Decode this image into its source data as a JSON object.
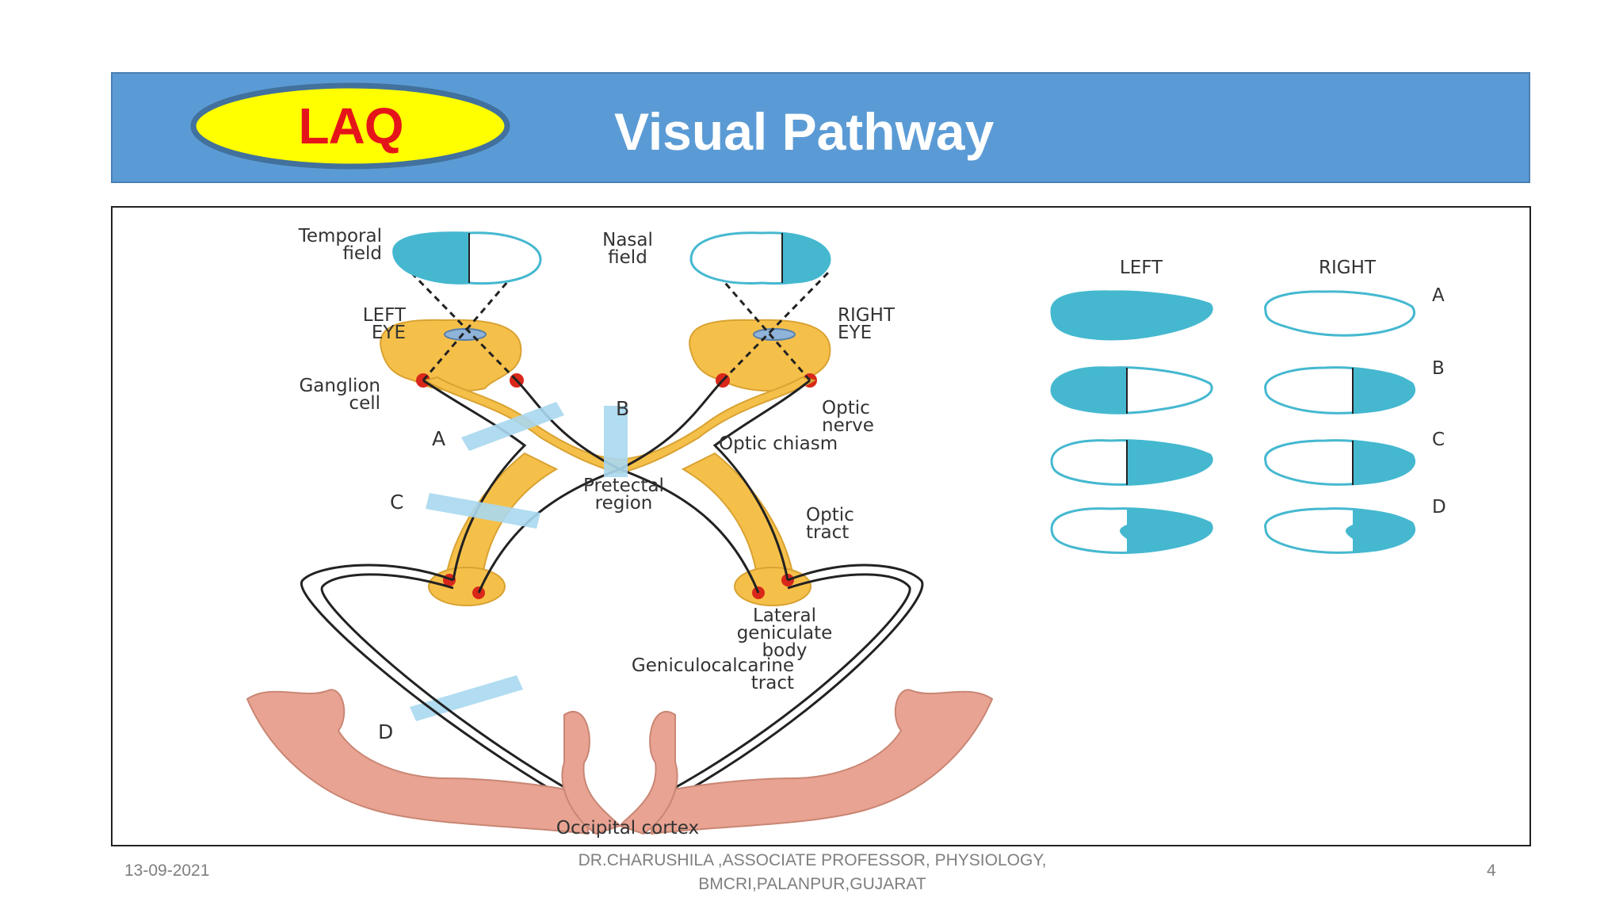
{
  "header": {
    "badge": "LAQ",
    "title": "Visual Pathway",
    "colors": {
      "bar": "#5b9bd5",
      "badge_fill": "#ffff00",
      "badge_border": "#41719c",
      "badge_text": "#e5141a"
    }
  },
  "diagram": {
    "labels": {
      "temporal_field_1": "Temporal",
      "temporal_field_2": "field",
      "nasal_field_1": "Nasal",
      "nasal_field_2": "field",
      "left_eye_1": "LEFT",
      "left_eye_2": "EYE",
      "right_eye_1": "RIGHT",
      "right_eye_2": "EYE",
      "ganglion_1": "Ganglion",
      "ganglion_2": "cell",
      "optic_nerve_1": "Optic",
      "optic_nerve_2": "nerve",
      "optic_chiasm": "Optic chiasm",
      "pretectal_1": "Pretectal",
      "pretectal_2": "region",
      "optic_tract_1": "Optic",
      "optic_tract_2": "tract",
      "lgb_1": "Lateral",
      "lgb_2": "geniculate",
      "lgb_3": "body",
      "genic_1": "Geniculocalcarine",
      "genic_2": "tract",
      "occipital": "Occipital cortex",
      "lesion_a": "A",
      "lesion_b": "B",
      "lesion_c": "C",
      "lesion_d": "D"
    },
    "defects": {
      "left_header": "LEFT",
      "right_header": "RIGHT",
      "rows": [
        "A",
        "B",
        "C",
        "D"
      ]
    },
    "colors": {
      "field": "#45b8d0",
      "pathway": "#f5c04a",
      "cortex": "#e8a393",
      "lesion": "#a9d8ef",
      "cell": "#d9281a"
    }
  },
  "footer": {
    "date": "13-09-2021",
    "author_line1": "DR.CHARUSHILA ,ASSOCIATE PROFESSOR, PHYSIOLOGY,",
    "author_line2": "BMCRI,PALANPUR,GUJARAT",
    "page": "4"
  }
}
